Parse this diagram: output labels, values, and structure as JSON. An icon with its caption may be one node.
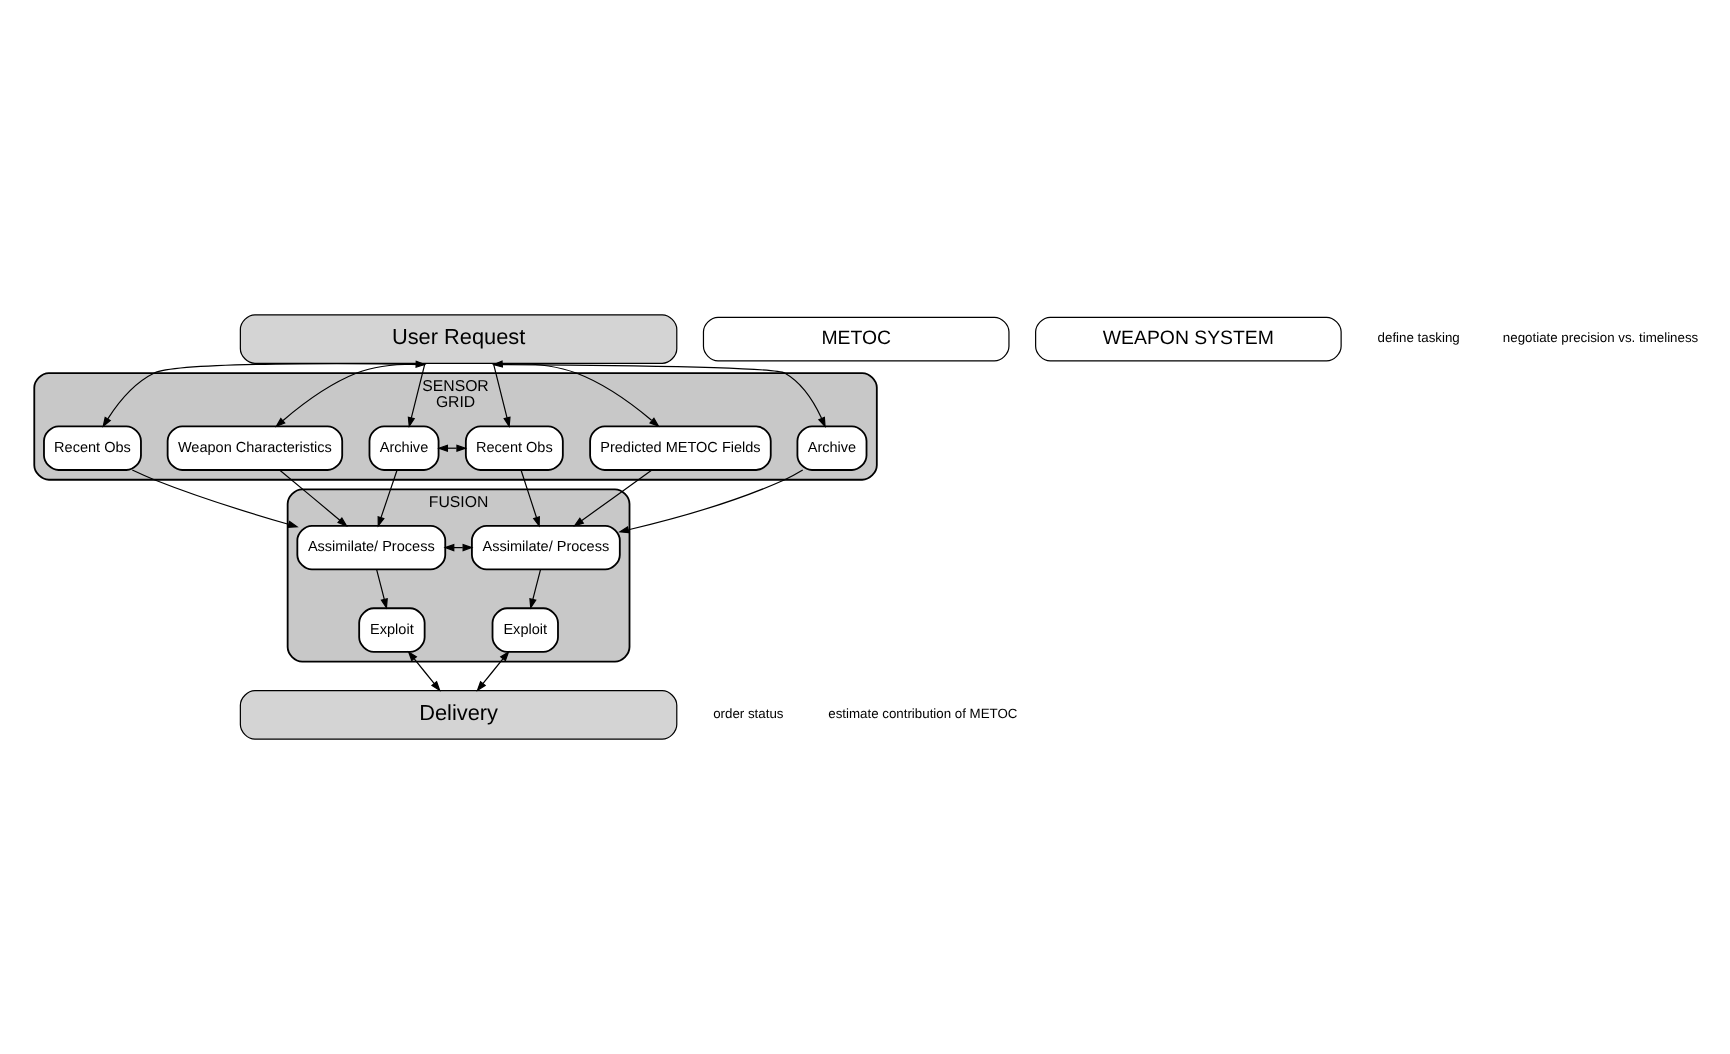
{
  "diagram": {
    "nodes": [
      {
        "text": [
          "User Request"
        ]
      },
      {
        "text": [
          "METOC"
        ]
      },
      {
        "text": [
          "WEAPON SYSTEM"
        ]
      },
      {
        "text": [
          "SENSOR",
          "GRID"
        ]
      },
      {
        "text": [
          "Archive"
        ],
        "in": 3
      },
      {
        "text": [
          "Predicted METOC Fields"
        ],
        "in": 3
      },
      {
        "text": [
          "Recent Obs"
        ],
        "in": 3
      },
      {
        "text": [
          "Archive"
        ],
        "in": 3
      },
      {
        "text": [
          "Weapon Characteristics"
        ],
        "in": 3
      },
      {
        "text": [
          "Recent Obs"
        ],
        "in": 3
      },
      {
        "text": [
          "FUSION"
        ]
      },
      {
        "text": [
          "Assimilate/ Process"
        ],
        "in": 10
      },
      {
        "text": [
          "Exploit"
        ],
        "in": 10
      },
      {
        "text": [
          "Assimilate/ Process"
        ],
        "in": 10
      },
      {
        "text": [
          "Exploit"
        ],
        "in": 10
      },
      {
        "text": [
          "Delivery"
        ]
      }
    ],
    "edges": [
      {
        "from": 0,
        "to": 4,
        "arrow": "to"
      },
      {
        "from": 0,
        "to": 5,
        "arrow": "both"
      },
      {
        "from": 0,
        "to": 6,
        "arrow": "to"
      },
      {
        "from": 0,
        "to": 7,
        "arrow": "to"
      },
      {
        "from": 0,
        "to": 8,
        "arrow": "both"
      },
      {
        "from": 0,
        "to": 9,
        "arrow": "to"
      },
      {
        "from": 6,
        "to": 7,
        "arrow": "both"
      },
      {
        "from": 4,
        "to": 11,
        "arrow": "to"
      },
      {
        "from": 5,
        "to": 11,
        "arrow": "to"
      },
      {
        "from": 6,
        "to": 11,
        "arrow": "to"
      },
      {
        "from": 7,
        "to": 13,
        "arrow": "to"
      },
      {
        "from": 8,
        "to": 13,
        "arrow": "to"
      },
      {
        "from": 9,
        "to": 13,
        "arrow": "to"
      },
      {
        "from": 11,
        "to": 12,
        "arrow": "to"
      },
      {
        "from": 13,
        "to": 14,
        "arrow": "to"
      },
      {
        "from": 11,
        "to": 13,
        "arrow": "both"
      },
      {
        "from": 12,
        "to": 15,
        "arrow": "both"
      },
      {
        "from": 14,
        "to": 15,
        "arrow": "both"
      }
    ],
    "labels": [
      "define tasking",
      "negotiate precision vs. timeliness",
      "order status",
      "estimate contribution of METOC"
    ]
  }
}
